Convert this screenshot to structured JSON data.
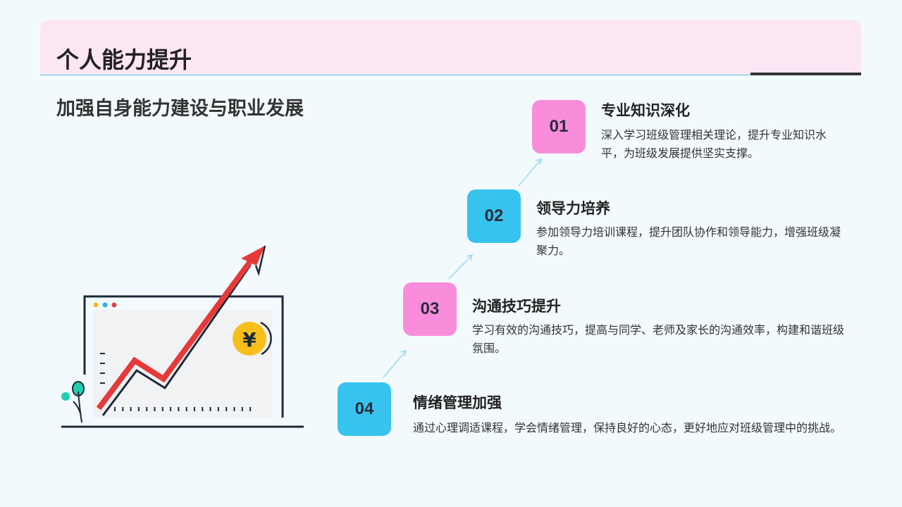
{
  "header": {
    "title": "个人能力提升"
  },
  "subtitle": "加强自身能力建设与职业发展",
  "colors": {
    "pink": "#f98ddb",
    "cyan": "#36c3ee",
    "band": "#fde6f4"
  },
  "items": [
    {
      "num": "01",
      "title": "专业知识深化",
      "desc": "深入学习班级管理相关理论，提升专业知识水平，为班级发展提供坚实支撑。"
    },
    {
      "num": "02",
      "title": "领导力培养",
      "desc": "参加领导力培训课程，提升团队协作和领导能力，增强班级凝聚力。"
    },
    {
      "num": "03",
      "title": "沟通技巧提升",
      "desc": "学习有效的沟通技巧，提高与同学、老师及家长的沟通效率，构建和谐班级氛围。"
    },
    {
      "num": "04",
      "title": "情绪管理加强",
      "desc": "通过心理调适课程，学会情绪管理，保持良好的心态，更好地应对班级管理中的挑战。"
    }
  ],
  "illustration": {
    "currency_symbol": "¥"
  }
}
